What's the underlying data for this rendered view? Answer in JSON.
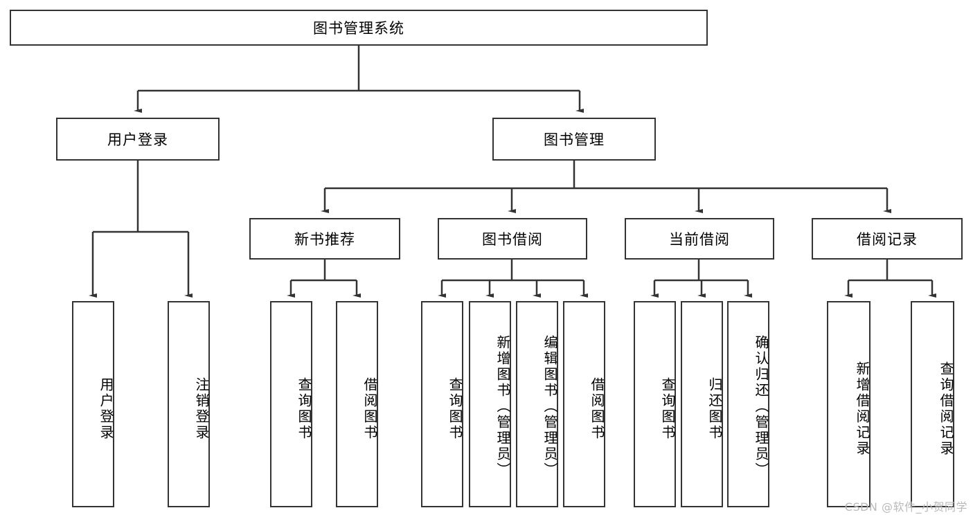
{
  "diagram": {
    "title": "图书管理系统",
    "root": {
      "label": "图书管理系统"
    },
    "level2": [
      {
        "label": "用户登录"
      },
      {
        "label": "图书管理"
      }
    ],
    "level3": [
      {
        "label": "新书推荐"
      },
      {
        "label": "图书借阅"
      },
      {
        "label": "当前借阅"
      },
      {
        "label": "借阅记录"
      }
    ],
    "leaves": {
      "user_login": [
        {
          "label": "用户登录"
        },
        {
          "label": "注销登录"
        }
      ],
      "new_book_recommend": [
        {
          "label": "查询图书"
        },
        {
          "label": "借阅图书"
        }
      ],
      "book_borrow": [
        {
          "label": "查询图书"
        },
        {
          "label": "新增图书（管理员）"
        },
        {
          "label": "编辑图书（管理员）"
        },
        {
          "label": "借阅图书"
        }
      ],
      "current_borrow": [
        {
          "label": "查询图书"
        },
        {
          "label": "归还图书"
        },
        {
          "label": "确认归还（管理员）"
        }
      ],
      "borrow_record": [
        {
          "label": "新增借阅记录"
        },
        {
          "label": "查询借阅记录"
        }
      ]
    }
  },
  "watermark": {
    "text": "CSDN @软件_小贺同学"
  },
  "colors": {
    "stroke": "#333333",
    "background": "#ffffff",
    "text": "#000000",
    "watermark": "#b9b9b9"
  }
}
